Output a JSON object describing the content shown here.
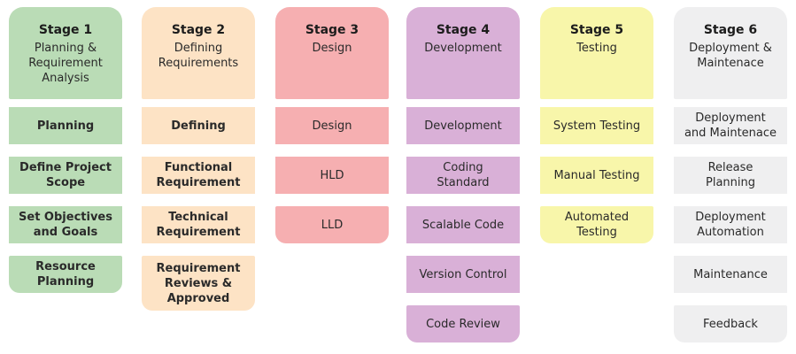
{
  "stages": [
    {
      "title": "Stage 1",
      "subtitle": "Planning &\nRequirement\nAnalysis",
      "color": "#badcb6",
      "items": [
        "Planning",
        "Define Project\nScope",
        "Set Objectives\nand Goals",
        "Resource\nPlanning"
      ]
    },
    {
      "title": "Stage 2",
      "subtitle": "Defining\nRequirements",
      "color": "#fde3c5",
      "items": [
        "Defining",
        "Functional\nRequirement",
        "Technical\nRequirement",
        "Requirement\nReviews &\nApproved"
      ]
    },
    {
      "title": "Stage 3",
      "subtitle": "Design",
      "color": "#f6afb1",
      "items": [
        "Design",
        "HLD",
        "LLD"
      ]
    },
    {
      "title": "Stage 4",
      "subtitle": "Development",
      "color": "#d9b0d7",
      "items": [
        "Development",
        "Coding\nStandard",
        "Scalable Code",
        "Version Control",
        "Code Review"
      ]
    },
    {
      "title": "Stage 5",
      "subtitle": "Testing",
      "color": "#f8f6aa",
      "items": [
        "System Testing",
        "Manual Testing",
        "Automated\nTesting"
      ]
    },
    {
      "title": "Stage 6",
      "subtitle": "Deployment &\nMaintenace",
      "color": "#efeff0",
      "items": [
        "Deployment\nand Maintenace",
        "Release\nPlanning",
        "Deployment\nAutomation",
        "Maintenance",
        "Feedback"
      ]
    }
  ]
}
